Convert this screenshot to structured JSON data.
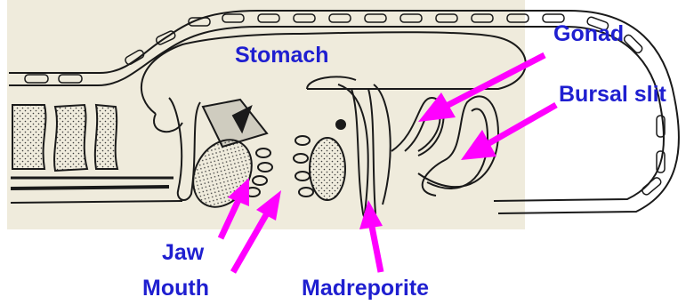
{
  "labels": {
    "stomach": "Stomach",
    "gonad": "Gonad",
    "bursal_slit": "Bursal slit",
    "jaw": "Jaw",
    "mouth": "Mouth",
    "madreporite": "Madreporite"
  },
  "colors": {
    "background_panel": "#efebdc",
    "label_text": "#1f1fd0",
    "arrow": "#ff00ff",
    "outline": "#1a1a1a"
  }
}
